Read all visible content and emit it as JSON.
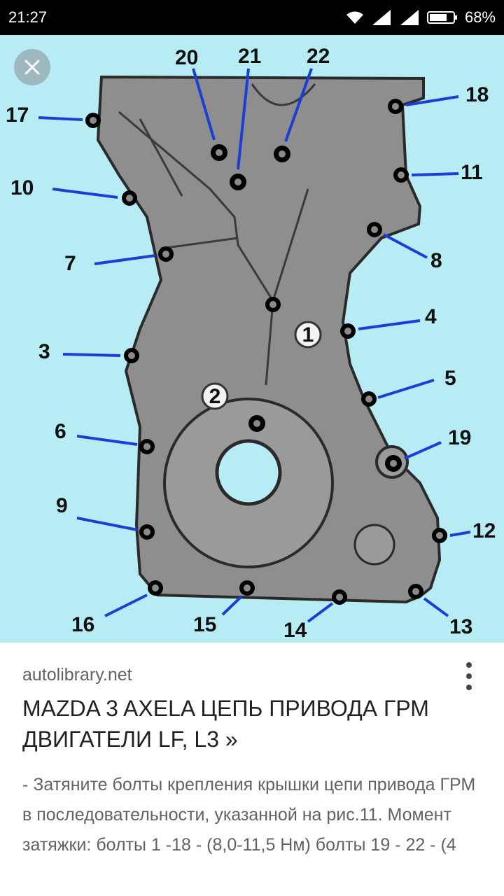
{
  "status_bar": {
    "time": "21:27",
    "battery": "68%"
  },
  "icons": {
    "close": "close-icon",
    "more": "more-vert-icon",
    "wifi": "wifi-icon",
    "signal": "signal-icon",
    "battery": "battery-icon"
  },
  "diagram": {
    "bolt_labels": [
      "20",
      "21",
      "22",
      "17",
      "18",
      "10",
      "11",
      "7",
      "8",
      "4",
      "3",
      "5",
      "6",
      "19",
      "9",
      "12",
      "16",
      "15",
      "14",
      "13"
    ],
    "circle_labels": [
      "1",
      "2"
    ]
  },
  "result": {
    "source": "autolibrary.net",
    "title": "MAZDA 3 AXELA ЦЕПЬ ПРИВОДА ГРМ ДВИГАТЕЛИ LF, L3 »",
    "description": "- Затяните болты крепления крышки цепи привода ГРМ в последовательности, указанной на рис.11. Момент затяжки: болты 1 -18 - (8,0-11,5 Нм) болты 19 - 22 - (4"
  }
}
